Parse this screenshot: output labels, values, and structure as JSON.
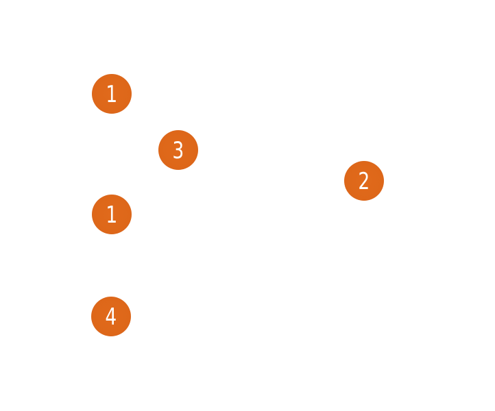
{
  "markers": [
    {
      "label": "1"
    },
    {
      "label": "3"
    },
    {
      "label": "2"
    },
    {
      "label": "1"
    },
    {
      "label": "4"
    }
  ],
  "colors": {
    "background": "#ffffff",
    "marker_fill": "#e06a1c",
    "marker_text": "#ffffff"
  }
}
